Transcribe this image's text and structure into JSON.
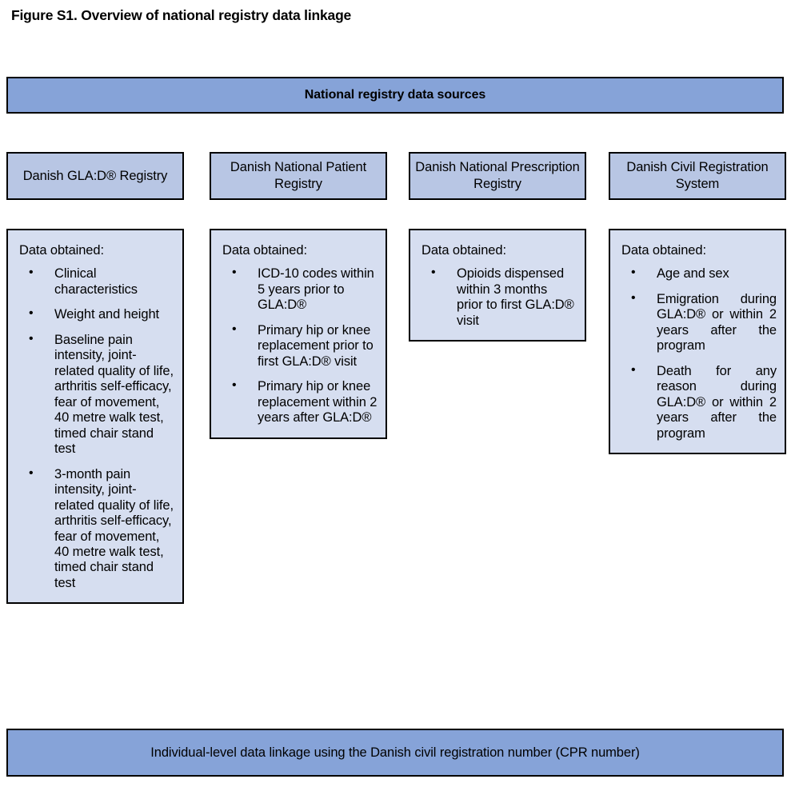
{
  "figure": {
    "title": "Figure S1. Overview of national registry data linkage"
  },
  "banners": {
    "top": "National registry data sources",
    "bottom": "Individual-level data linkage using the Danish civil registration number (CPR number)"
  },
  "colors": {
    "banner_blue": "#86A3D8",
    "header_blue": "#B8C6E4",
    "box_blue": "#D6DEF0",
    "border": "#000000",
    "text": "#000000"
  },
  "columns": [
    {
      "header": "Danish GLA:D® Registry",
      "data_label": "Data obtained:",
      "items": [
        "Clinical characteristics",
        "Weight and height",
        "Baseline pain intensity, joint-related quality of life, arthritis self-efficacy, fear of movement, 40 metre walk test, timed chair stand test",
        "3-month pain intensity, joint-related quality of life, arthritis self-efficacy, fear of movement, 40 metre walk test, timed chair stand test"
      ],
      "justified": false
    },
    {
      "header": "Danish National Patient Registry",
      "data_label": "Data obtained:",
      "items": [
        "ICD-10 codes within 5 years prior to GLA:D®",
        "Primary hip or knee replacement prior to first GLA:D® visit",
        "Primary hip or knee replacement within 2 years after GLA:D®"
      ],
      "justified": false
    },
    {
      "header": "Danish National Prescription Registry",
      "data_label": "Data obtained:",
      "items": [
        "Opioids dispensed within 3 months prior to first GLA:D® visit"
      ],
      "justified": false
    },
    {
      "header": "Danish Civil Registration System",
      "data_label": "Data obtained:",
      "items": [
        "Age and sex",
        "Emigration during GLA:D® or within 2 years after the program",
        "Death for any reason during GLA:D® or within 2 years after the program"
      ],
      "justified": true
    }
  ]
}
